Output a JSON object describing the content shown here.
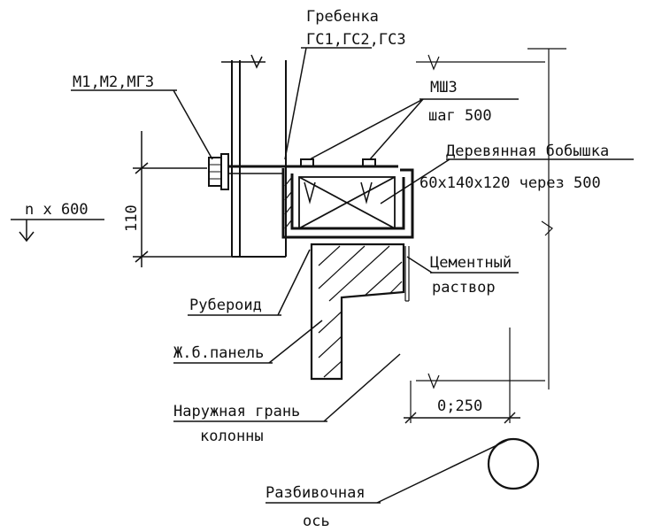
{
  "labels": {
    "comb_title": "Гребенка",
    "comb_codes": "ГС1,ГС2,ГС3",
    "bolts": "М1,М2,МГ3",
    "mount": "МШ3",
    "mount_step": "шаг 500",
    "wood_block": "Деревянная бобышка",
    "wood_size": "60х140х120 через 500",
    "step": "n x 600",
    "dim_110": "110",
    "cement_1": "Цементный",
    "cement_2": "раствор",
    "roofing": "Рубероид",
    "panel": "Ж.б.панель",
    "column_face_1": "Наружная грань",
    "column_face_2": "колонны",
    "offset_dim": "0;250",
    "axis_1": "Разбивочная",
    "axis_2": "ось"
  },
  "colors": {
    "ink": "#111111",
    "background": "#ffffff"
  }
}
